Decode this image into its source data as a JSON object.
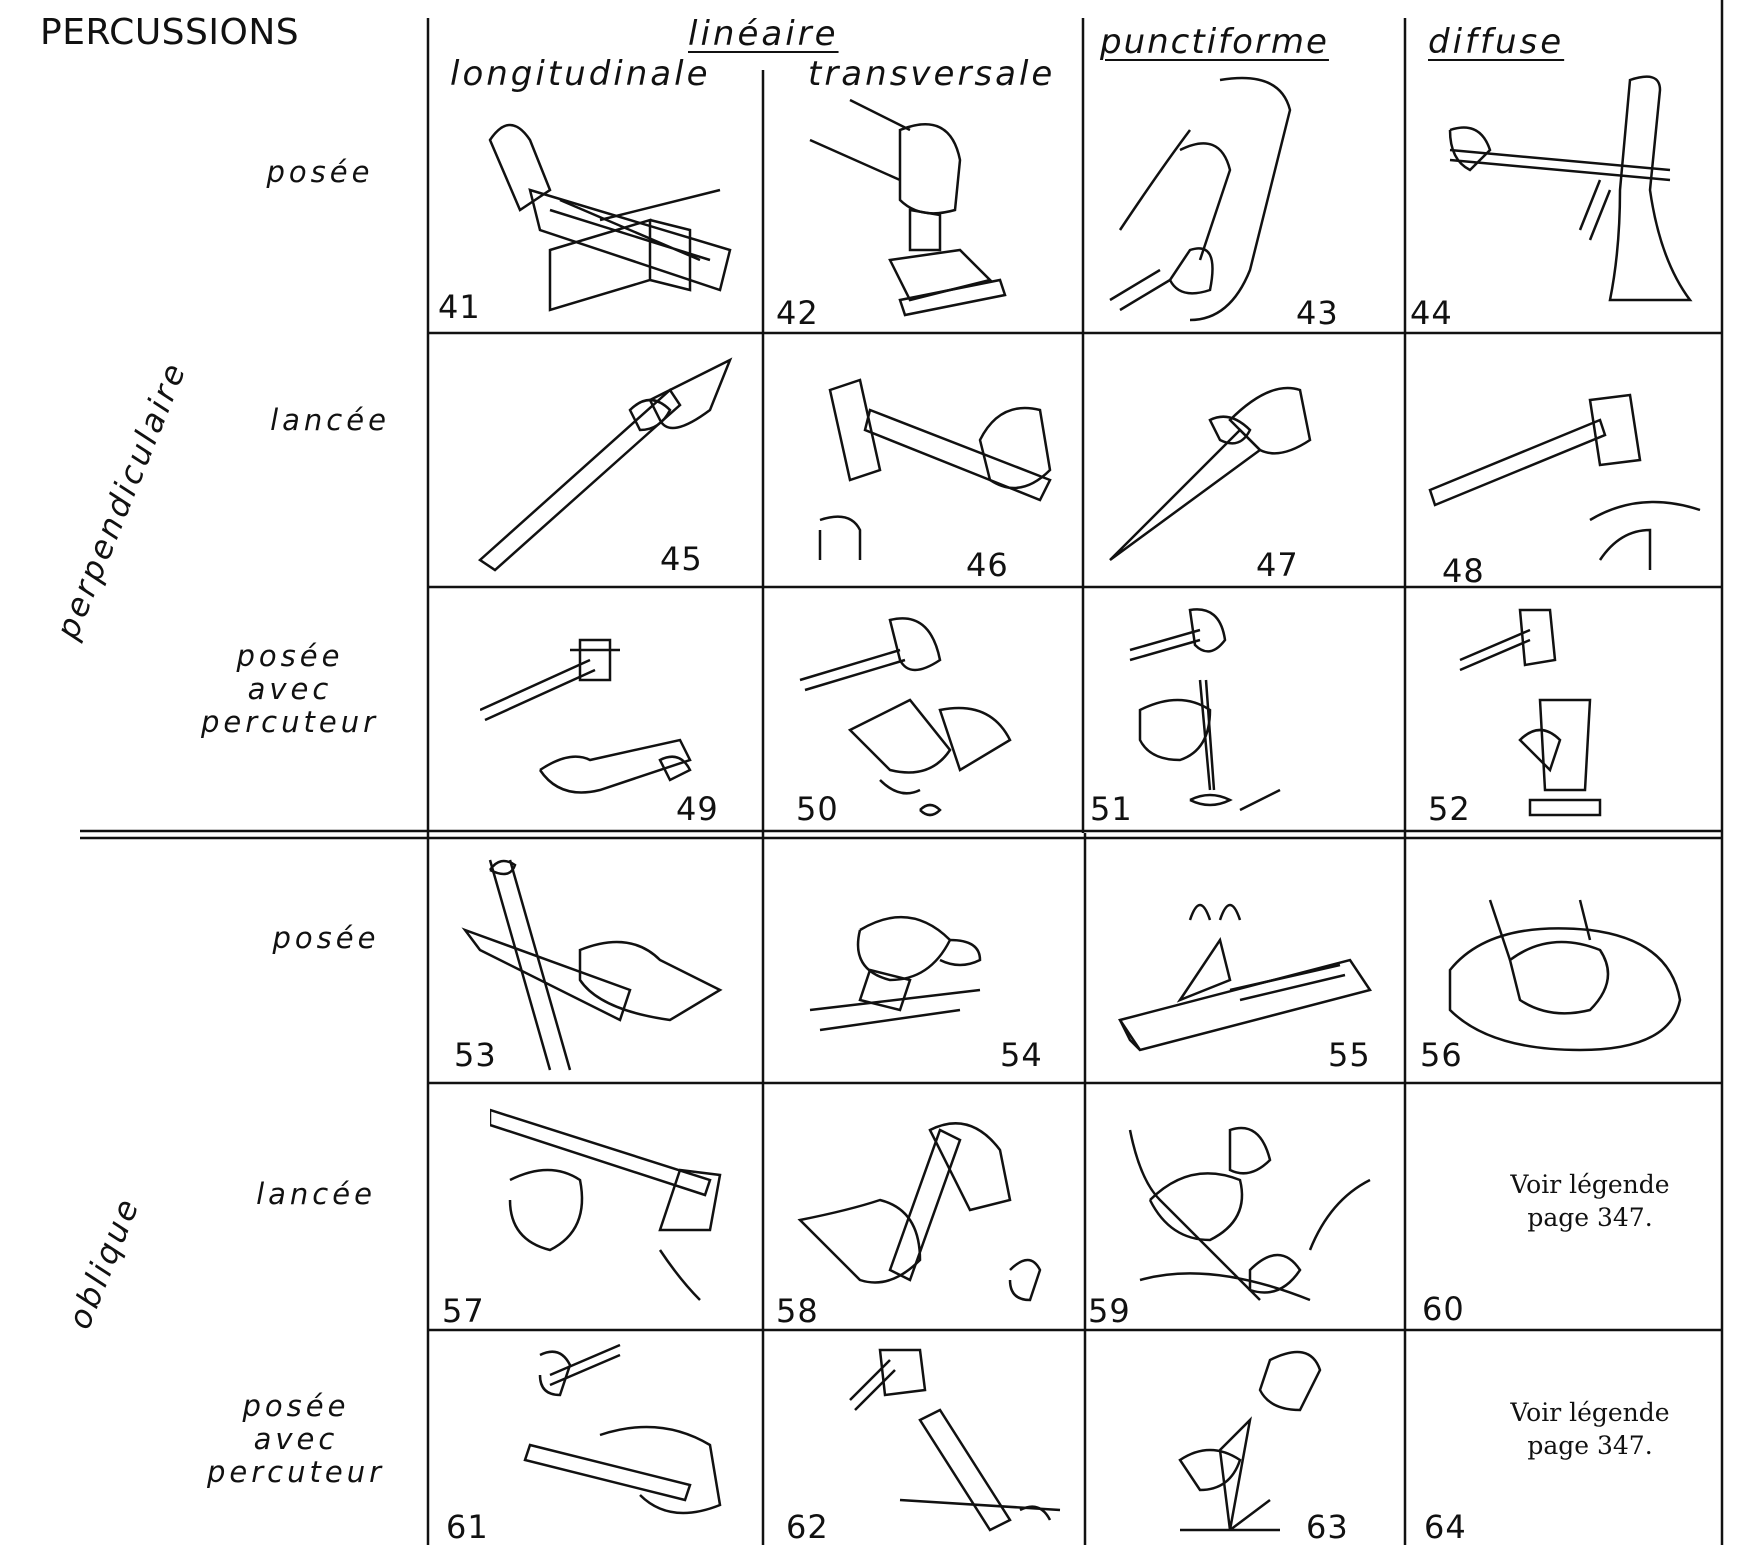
{
  "title": "PERCUSSIONS",
  "columns": {
    "lineaire": "linéaire",
    "longitudinale": "longitudinale",
    "transversale": "transversale",
    "punctiforme": "punctiforme",
    "diffuse": "diffuse"
  },
  "groups": {
    "perpendiculaire": "perpendiculaire",
    "oblique": "oblique"
  },
  "rows": {
    "r1": "posée",
    "r2": "lancée",
    "r3": [
      "posée",
      "avec",
      "percuteur"
    ],
    "r4": "posée",
    "r5": "lancée",
    "r6": [
      "posée",
      "avec",
      "percuteur"
    ]
  },
  "cells": [
    "41",
    "42",
    "43",
    "44",
    "45",
    "46",
    "47",
    "48",
    "49",
    "50",
    "51",
    "52",
    "53",
    "54",
    "55",
    "56",
    "57",
    "58",
    "59",
    "60",
    "61",
    "62",
    "63",
    "64"
  ],
  "notes": {
    "n60": [
      "Voir légende",
      "page 347."
    ],
    "n64": [
      "Voir légende",
      "page 347."
    ]
  },
  "illustrations": [
    "hand-saw-on-block",
    "fist-on-chisel",
    "hand-with-leather-punch",
    "hand-with-stick-on-tree",
    "hafted-adze",
    "hand-with-hammer",
    "fist-with-dagger",
    "hammer-on-object",
    "hammer-and-hand-with-tool",
    "hammer-and-hands-splitting",
    "hammer-and-punch",
    "hammer-and-held-tube",
    "hand-with-scraper-on-pole",
    "hand-on-plane",
    "grater-board",
    "hands-on-grinding-stone",
    "axe-and-log",
    "hand-with-hoe",
    "hoe-with-hand-and-plant",
    "",
    "hammer-and-hand-with-file",
    "mallet-and-chisel",
    "mallet-and-wedge",
    ""
  ]
}
